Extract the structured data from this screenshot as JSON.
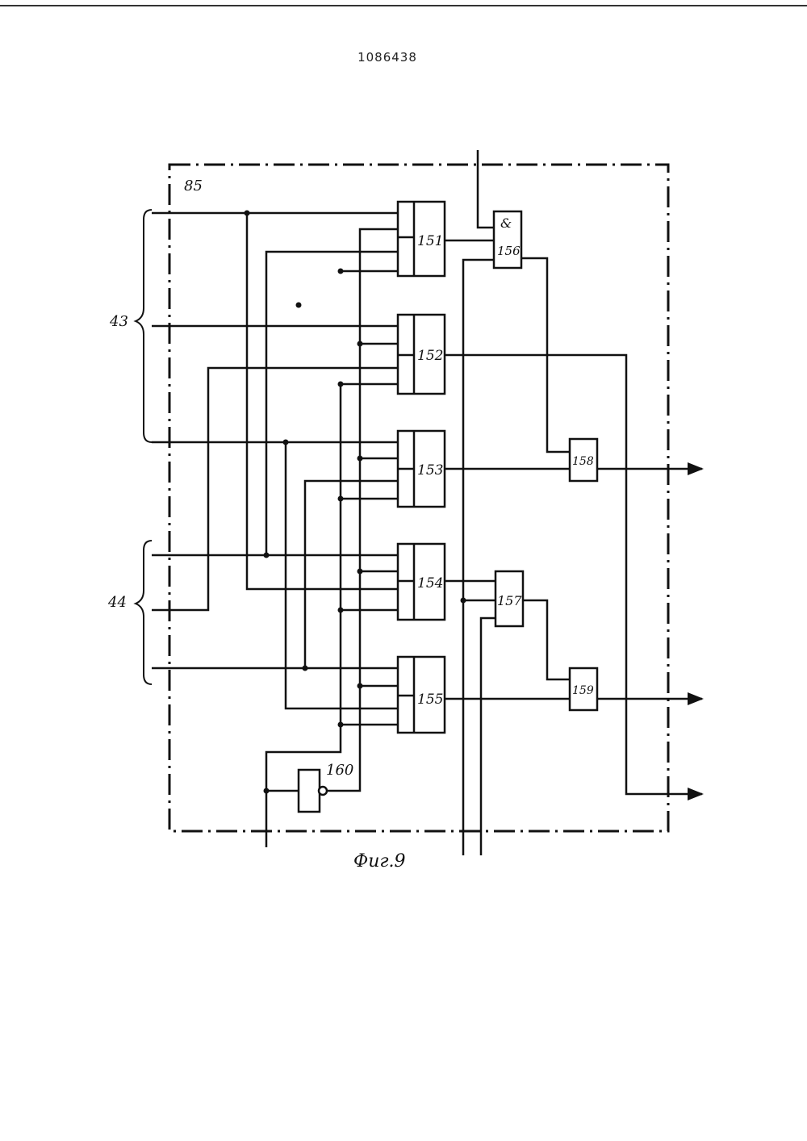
{
  "header": {
    "patent_number": "1086438"
  },
  "figure": {
    "caption": "Фиг.9",
    "enclosure_label": "85",
    "bus_labels": {
      "upper": "43",
      "lower": "44"
    },
    "blocks": {
      "b151": "151",
      "b152": "152",
      "b153": "153",
      "b154": "154",
      "b155": "155",
      "b156": "156",
      "b156_symbol": "&",
      "b157": "157",
      "b158": "158",
      "b159": "159",
      "b160": "160"
    }
  },
  "colors": {
    "ink": "#111111",
    "paper": "#ffffff"
  }
}
